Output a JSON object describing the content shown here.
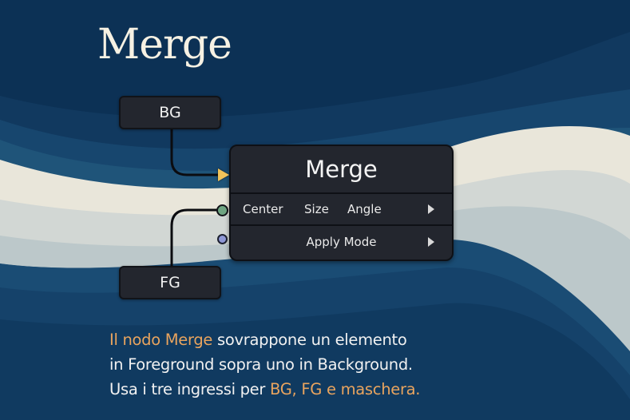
{
  "title": "Merge",
  "colors": {
    "background": "#0d3457",
    "accent_text": "#e9a45e",
    "node_fill": "#23262e",
    "socket_bg": "#f2c45a",
    "socket_fg": "#6fa582",
    "socket_mask": "#8f98d6"
  },
  "nodes": {
    "bg": {
      "label": "BG"
    },
    "fg": {
      "label": "FG"
    },
    "merge": {
      "label": "Merge",
      "rows": [
        {
          "params": [
            "Center",
            "Size",
            "Angle"
          ],
          "icon": "play-arrow-icon"
        },
        {
          "params": [
            "Apply Mode"
          ],
          "icon": "play-arrow-icon"
        }
      ],
      "inputs": [
        {
          "name": "BG",
          "icon": "triangle-socket-icon",
          "color": "#f2c45a"
        },
        {
          "name": "FG",
          "icon": "circle-socket-icon",
          "color": "#6fa582"
        },
        {
          "name": "Mask",
          "icon": "circle-socket-icon",
          "color": "#8f98d6"
        }
      ]
    }
  },
  "caption": {
    "line1": {
      "accent": "Il nodo Merge",
      "rest": " sovrappone un elemento"
    },
    "line2": {
      "text": "in Foreground sopra uno in Background."
    },
    "line3": {
      "rest": "Usa i tre ingressi per ",
      "accent": "BG, FG e maschera."
    }
  }
}
